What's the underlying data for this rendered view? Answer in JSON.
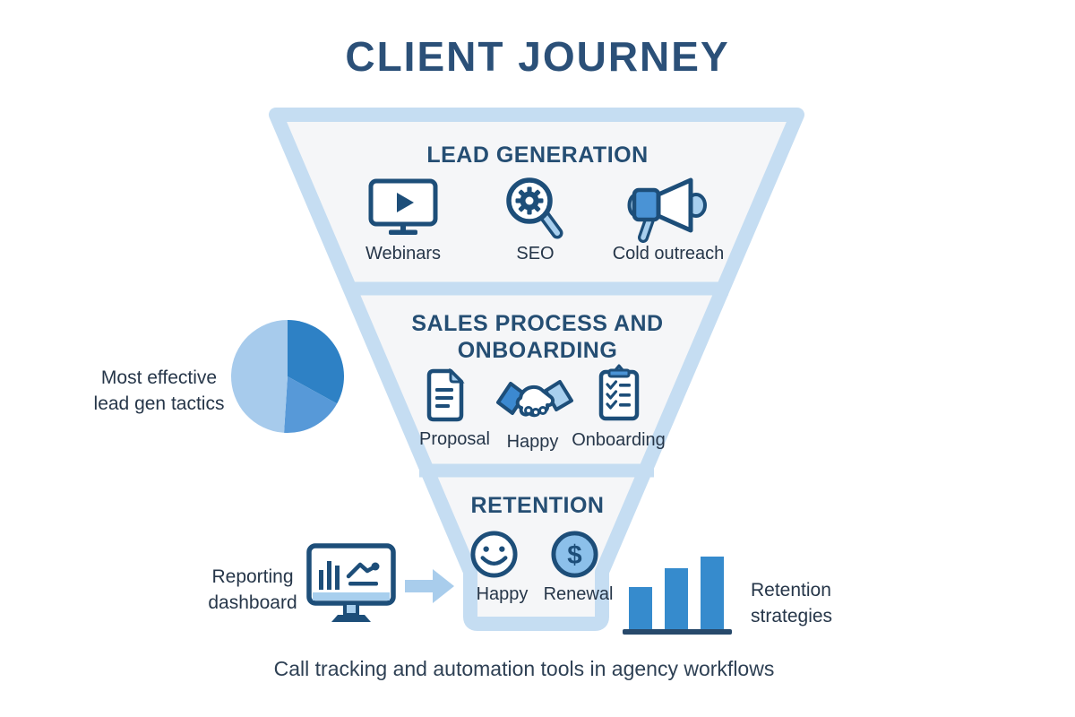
{
  "title": "CLIENT JOURNEY",
  "caption": "Call tracking and automation tools in agency workflows",
  "funnel": {
    "sections": [
      {
        "heading": "LEAD GENERATION",
        "items": [
          {
            "label": "Webinars",
            "icon": "webinar-monitor-icon"
          },
          {
            "label": "SEO",
            "icon": "seo-search-gear-icon"
          },
          {
            "label": "Cold outreach",
            "icon": "megaphone-icon"
          }
        ]
      },
      {
        "heading": "SALES PROCESS AND\nONBOARDING",
        "items": [
          {
            "label": "Proposal",
            "icon": "document-icon"
          },
          {
            "label": "Happy",
            "icon": "handshake-icon"
          },
          {
            "label": "Onboarding",
            "icon": "clipboard-checklist-icon"
          }
        ]
      },
      {
        "heading": "RETENTION",
        "items": [
          {
            "label": "Happy",
            "icon": "smiley-face-icon"
          },
          {
            "label": "Renewal",
            "icon": "dollar-coin-icon",
            "symbol": "$"
          }
        ]
      }
    ]
  },
  "annotations": {
    "pie_label": "Most effective\nlead gen tactics",
    "dashboard_label": "Reporting\ndashboard",
    "bars_label": "Retention\nstrategies"
  },
  "colors": {
    "navy": "#1d4e79",
    "heading_navy": "#254e73",
    "funnel_border": "#c5ddf2",
    "funnel_fill": "#f5f6f8",
    "light_blue": "#a8cfee",
    "mid_blue": "#4a93d5",
    "arrow_blue": "#a9cdec"
  },
  "chart_data": [
    {
      "type": "pie",
      "title": "Most effective lead gen tactics",
      "values": [
        33,
        18,
        49
      ],
      "colors": [
        "#2e81c5",
        "#5799d8",
        "#a7cbec"
      ],
      "labels_shown": false,
      "legend": "none"
    },
    {
      "type": "bar",
      "title": "Retention strategies",
      "values": [
        47,
        68,
        81
      ],
      "units": "relative (no axis shown)",
      "color": "#368bcd",
      "baseline_color": "#27496b",
      "labels_shown": false
    }
  ]
}
